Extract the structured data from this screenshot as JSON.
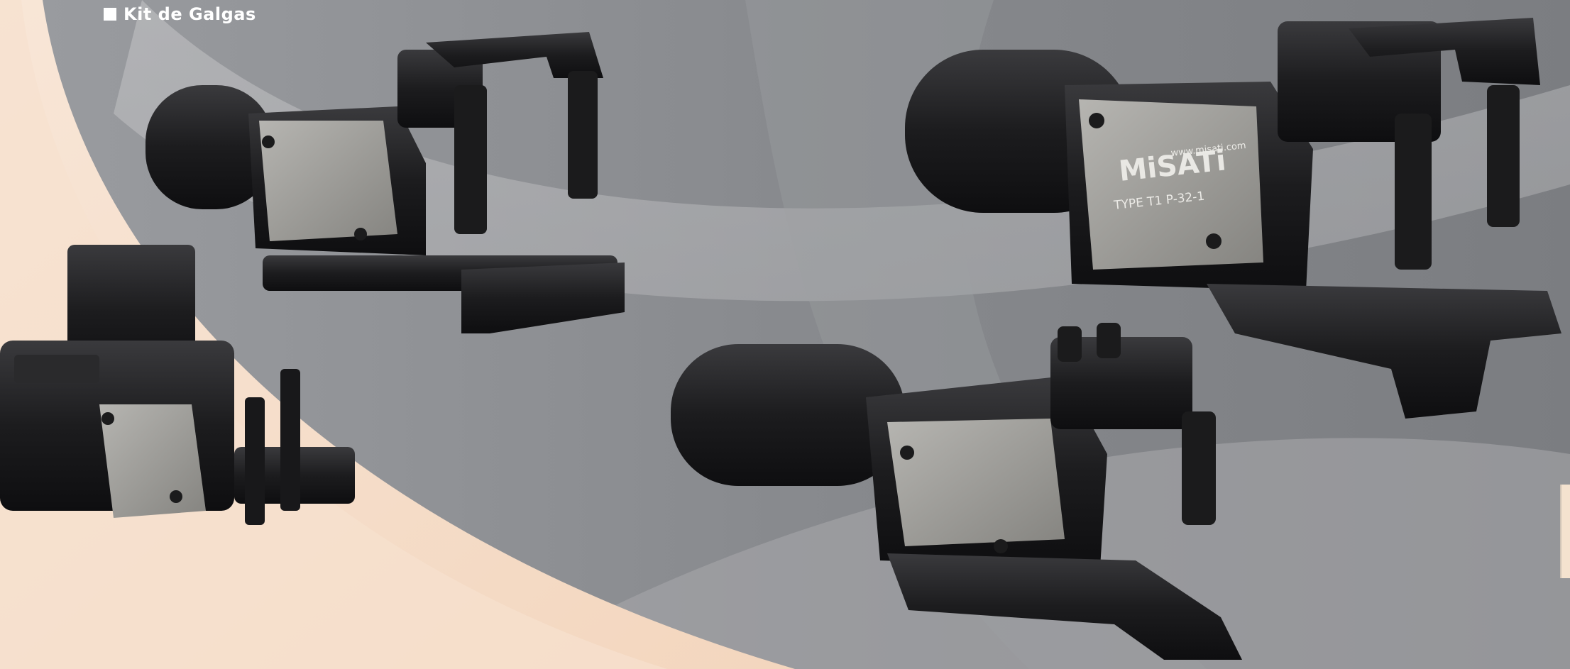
{
  "header": {
    "title": "Kit de Galgas"
  },
  "products": [
    {
      "id": "left",
      "brand": ""
    },
    {
      "id": "center",
      "brand": ""
    },
    {
      "id": "top-right",
      "brand": "MiSATi",
      "website": "www.misati.com",
      "type_code": "TYPE T1 P-32-1"
    },
    {
      "id": "bottom",
      "brand": ""
    }
  ],
  "colors": {
    "background_gray": "#8d8f93",
    "light_band": "#b9babd",
    "peach": "#f6dfcb",
    "metal_black": "#1a1a1c",
    "plate_silver": "#9c9b97"
  }
}
